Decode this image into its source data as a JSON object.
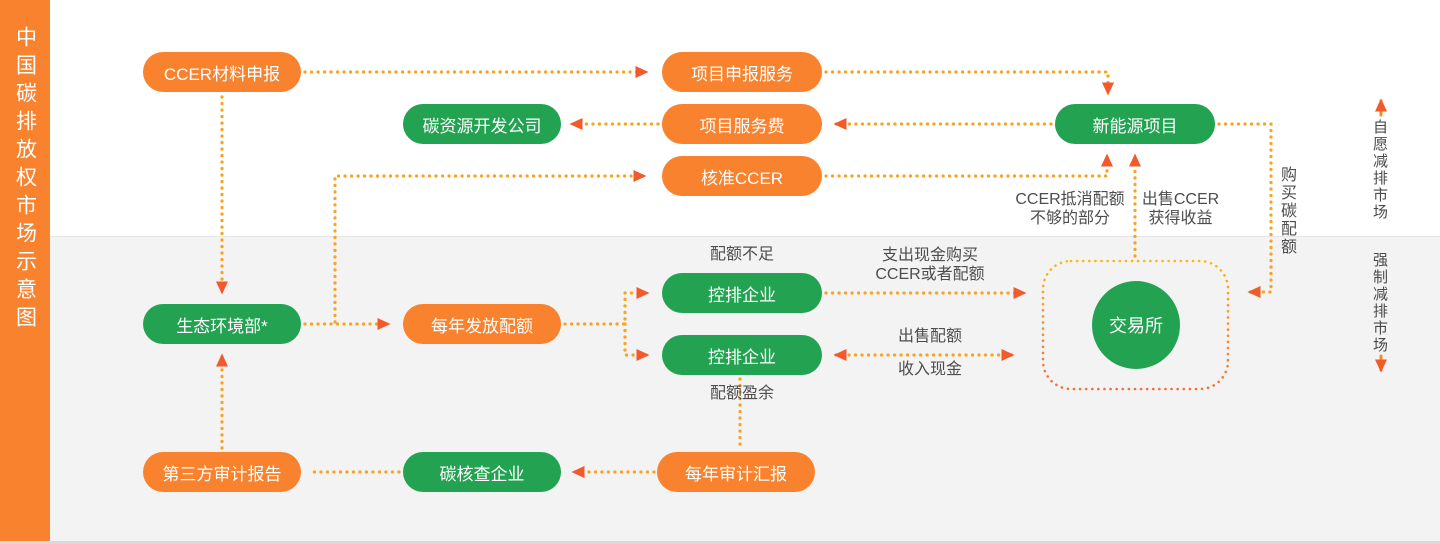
{
  "sidebar": {
    "title": "中国碳排放权市场示意图"
  },
  "zones": {
    "voluntary_label": "自愿减排市场",
    "mandatory_label": "强制减排市场"
  },
  "nodes": {
    "ccer_material": "CCER材料申报",
    "project_declare_service": "项目申报服务",
    "carbon_dev_company": "碳资源开发公司",
    "project_service_fee": "项目服务费",
    "approved_ccer": "核准CCER",
    "new_energy_project": "新能源项目",
    "ministry_ecology": "生态环境部*",
    "annual_quota_issue": "每年发放配额",
    "controlled_enterprise_deficit": "控排企业",
    "controlled_enterprise_surplus": "控排企业",
    "exchange": "交易所",
    "third_party_audit_report": "第三方审计报告",
    "carbon_verification_company": "碳核查企业",
    "annual_audit_report": "每年审计汇报"
  },
  "labels": {
    "quota_deficit": "配额不足",
    "quota_surplus": "配额盈余",
    "pay_cash_buy": "支出现金购买\nCCER或者配额",
    "sell_quota": "出售配额",
    "income_cash": "收入现金",
    "ccer_offset_shortage": "CCER抵消配额\n不够的部分",
    "sell_ccer_income": "出售CCER\n获得收益",
    "buy_carbon_quota": "购买碳配额"
  },
  "colors": {
    "orange_pill": "#F8822D",
    "green_pill": "#23A351",
    "arrowhead": "#F15A2B",
    "dotted_line": "#F9A320",
    "dashed_box_top": "#FFB612",
    "dashed_box_bottom": "#F3703A",
    "zone_gray_bg": "#F3F3F3",
    "label_text": "#4D4D4D"
  }
}
